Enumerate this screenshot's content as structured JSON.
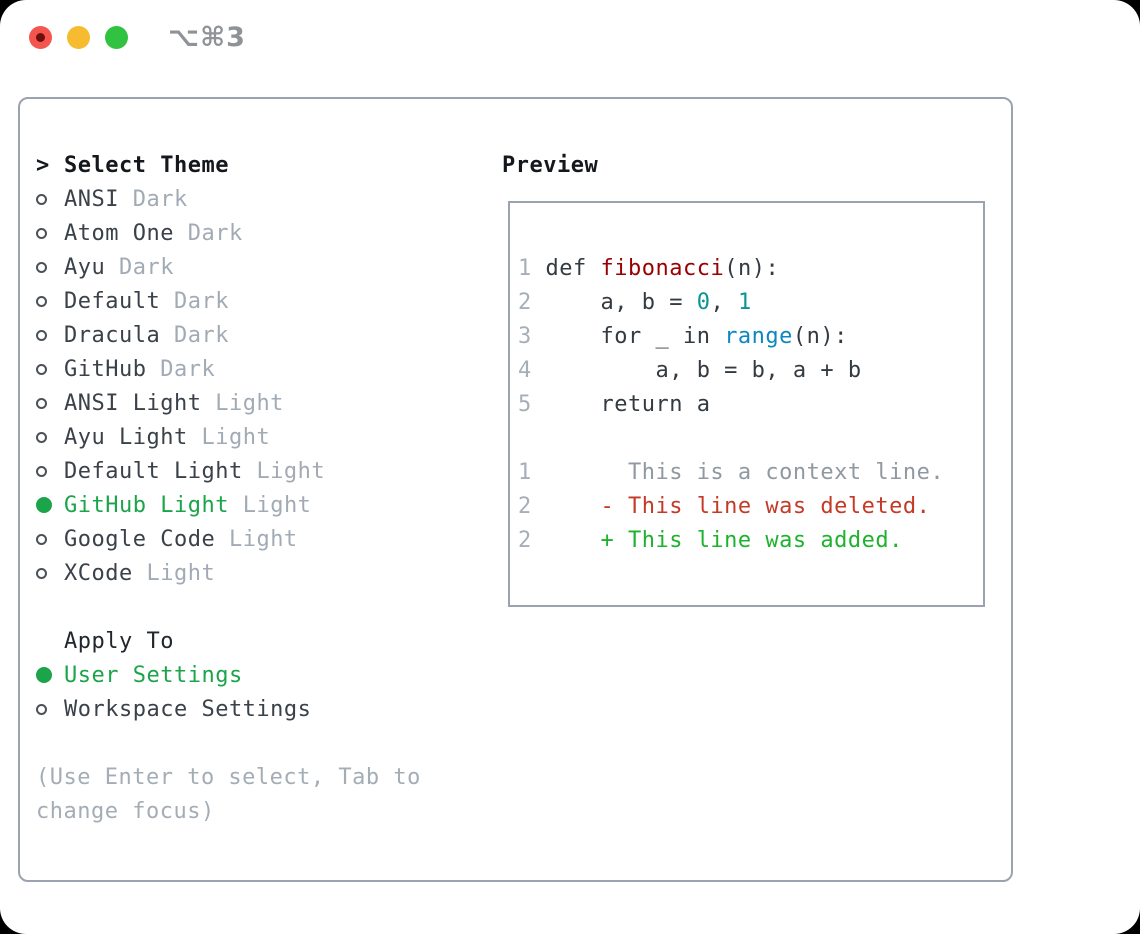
{
  "window": {
    "title": "⌥⌘3",
    "traffic_lights": [
      "close",
      "minimize",
      "maximize"
    ]
  },
  "theme_panel": {
    "header": {
      "prompt": ">",
      "label": "Select Theme"
    },
    "themes": [
      {
        "name": "ANSI",
        "variant": "Dark",
        "selected": false
      },
      {
        "name": "Atom One",
        "variant": "Dark",
        "selected": false
      },
      {
        "name": "Ayu",
        "variant": "Dark",
        "selected": false
      },
      {
        "name": "Default",
        "variant": "Dark",
        "selected": false
      },
      {
        "name": "Dracula",
        "variant": "Dark",
        "selected": false
      },
      {
        "name": "GitHub",
        "variant": "Dark",
        "selected": false
      },
      {
        "name": "ANSI Light",
        "variant": "Light",
        "selected": false
      },
      {
        "name": "Ayu Light",
        "variant": "Light",
        "selected": false
      },
      {
        "name": "Default Light",
        "variant": "Light",
        "selected": false
      },
      {
        "name": "GitHub Light",
        "variant": "Light",
        "selected": true
      },
      {
        "name": "Google Code",
        "variant": "Light",
        "selected": false
      },
      {
        "name": "XCode",
        "variant": "Light",
        "selected": false
      }
    ],
    "apply_to": {
      "label": "Apply To",
      "options": [
        {
          "name": "User Settings",
          "selected": true
        },
        {
          "name": "Workspace Settings",
          "selected": false
        }
      ]
    },
    "hint_lines": [
      "(Use Enter to select, Tab to",
      "change focus)"
    ]
  },
  "preview": {
    "title": "Preview",
    "lines": [
      {
        "num": "1",
        "tokens": [
          [
            "plain",
            " def "
          ],
          [
            "title",
            "fibonacci"
          ],
          [
            "plain",
            "(n):"
          ]
        ]
      },
      {
        "num": "2",
        "tokens": [
          [
            "plain",
            "     a, b = "
          ],
          [
            "number",
            "0"
          ],
          [
            "plain",
            ", "
          ],
          [
            "number",
            "1"
          ]
        ]
      },
      {
        "num": "3",
        "tokens": [
          [
            "plain",
            "     for _ in "
          ],
          [
            "builtin",
            "range"
          ],
          [
            "plain",
            "(n):"
          ]
        ]
      },
      {
        "num": "4",
        "tokens": [
          [
            "plain",
            "         a, b = b, a + b"
          ]
        ]
      },
      {
        "num": "5",
        "tokens": [
          [
            "plain",
            "     return a"
          ]
        ]
      },
      {
        "num": "",
        "tokens": []
      },
      {
        "num": "1",
        "tokens": [
          [
            "context",
            "       This is a context line."
          ]
        ]
      },
      {
        "num": "2",
        "tokens": [
          [
            "deleted",
            "     - This line was deleted."
          ]
        ]
      },
      {
        "num": "2",
        "tokens": [
          [
            "added",
            "     + This line was added."
          ]
        ]
      }
    ]
  },
  "colors": {
    "selected_green": "#1ca44a",
    "added_green": "#1db32c",
    "deleted_red": "#c43a26",
    "function_title_red": "#990000",
    "number_teal": "#0a9494",
    "builtin_blue": "#0d87c1",
    "muted_gray": "#a2abb5",
    "text_dark": "#333a40",
    "border_gray": "#9aa3ae",
    "traffic_red": "#f4564f",
    "traffic_yellow": "#f7bb2f",
    "traffic_green": "#30c240"
  }
}
